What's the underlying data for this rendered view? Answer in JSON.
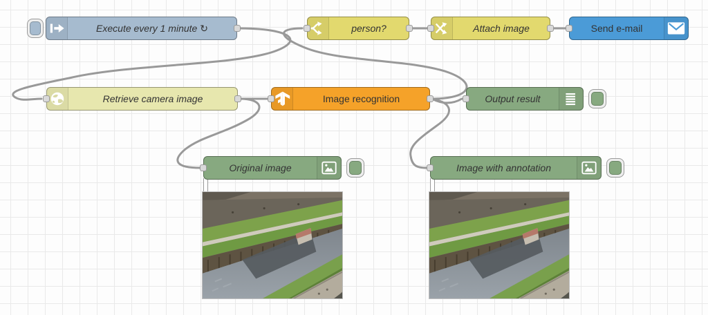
{
  "app": {
    "name": "Node-RED flow editor canvas",
    "wire_color": "#999999",
    "grid_color": "#e9e9e9",
    "port_color": "#d9d9d9"
  },
  "nodes": {
    "inject": {
      "label": "Execute every 1 minute ↻",
      "type": "inject",
      "color": "#a6bbcf",
      "icon": "arrow-in-icon"
    },
    "switch": {
      "label": "person?",
      "type": "switch",
      "color": "#e2d96e",
      "icon": "fork-icon"
    },
    "change": {
      "label": "Attach image",
      "type": "change",
      "color": "#e2d96e",
      "icon": "shuffle-icon"
    },
    "email": {
      "label": "Send e-mail",
      "type": "e-mail out",
      "color": "#4b9bd7",
      "icon": "envelope-icon"
    },
    "http": {
      "label": "Retrieve camera image",
      "type": "http request",
      "color": "#e7e7ae",
      "icon": "globe-icon"
    },
    "tensorflow": {
      "label": "Image recognition",
      "type": "tensorflow",
      "color": "#f5a229",
      "icon": "tensorflow-icon"
    },
    "debug": {
      "label": "Output result",
      "type": "debug",
      "color": "#87a980",
      "icon": "list-lines-icon"
    },
    "image1": {
      "label": "Original image",
      "type": "image preview",
      "color": "#87a980",
      "icon": "photo-icon"
    },
    "image2": {
      "label": "Image with annotation",
      "type": "image preview",
      "color": "#87a980",
      "icon": "photo-icon"
    }
  },
  "connections": [
    {
      "from": "Execute every 1 minute",
      "to": "Retrieve camera image"
    },
    {
      "from": "Retrieve camera image",
      "to": "Image recognition"
    },
    {
      "from": "Retrieve camera image",
      "to": "Original image"
    },
    {
      "from": "Image recognition",
      "to": "person?"
    },
    {
      "from": "Image recognition",
      "to": "Output result"
    },
    {
      "from": "Image recognition",
      "to": "Image with annotation"
    },
    {
      "from": "person?",
      "to": "Attach image"
    },
    {
      "from": "Attach image",
      "to": "Send e-mail"
    }
  ],
  "images": {
    "original": {
      "alt": "Camera photo: canal with grassy embankments, dark water with building reflection, concrete path lower right"
    },
    "annotated": {
      "alt": "Same camera photo shown with annotations (none visible, no person detected)"
    }
  }
}
